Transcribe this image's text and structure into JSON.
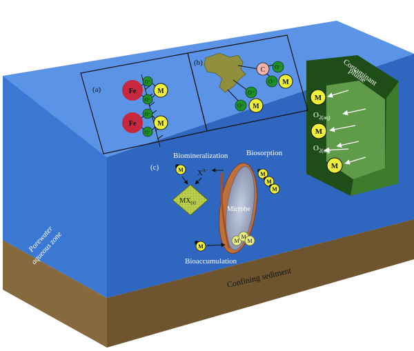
{
  "panel_a": {
    "label": "(a)",
    "fe": "Fe",
    "o_minus": "O⁻",
    "m": "M"
  },
  "panel_b": {
    "label": "(b)",
    "c": "C",
    "o_minus": "O⁻",
    "m": "M"
  },
  "panel_c": {
    "label": "(c)",
    "biomineralization": "Biomineralization",
    "biosorption": "Biosorption",
    "bioaccumulation": "Bioaccumulation",
    "microbe": "Microbe",
    "x_ion": "X",
    "x_charge": "n−",
    "mx_main": "MX",
    "mx_sub": "(s)",
    "m": "M"
  },
  "plume": {
    "title_line1": "Contaminant",
    "title_line2": "plume",
    "m": "M",
    "o2_main": "O",
    "o2_sub": "2(aq)"
  },
  "zones": {
    "porewater_line1": "Porewater",
    "porewater_line2": "aqueous zone",
    "sediment": "Confining sediment"
  },
  "colors": {
    "water_front": "#3a78d4",
    "water_top": "#5b93e6",
    "water_side": "#2f66c0",
    "sediment_front": "#866a3e",
    "sediment_side": "#6e5530",
    "plume_dark": "#1f4d18",
    "plume_light": "#5f9b48",
    "fe_red": "#c8283e",
    "o_green": "#1f8f2a",
    "m_yellow": "#eef03a",
    "c_pink": "#f0b4a8",
    "mineral": "#bcd04c",
    "olive_particle": "#8f8f3e"
  }
}
